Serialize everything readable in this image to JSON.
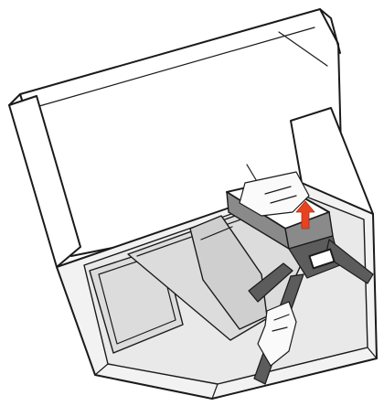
{
  "figure": {
    "subject": "",
    "accent_color": "#e8431f",
    "icons": [
      "open-box",
      "monitor-stand",
      "hand",
      "up-arrow"
    ]
  }
}
